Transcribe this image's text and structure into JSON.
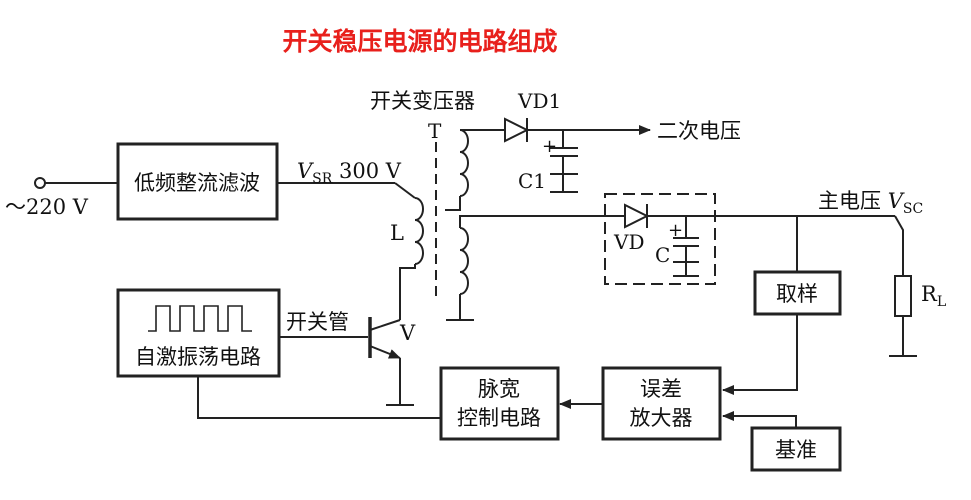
{
  "title": "开关稳压电源的电路组成",
  "title_color": "#e8201c",
  "line_color": "#222222",
  "labels": {
    "input_voltage": "～220 V",
    "rectifier": "低频整流滤波",
    "vsr_symbol": "V",
    "vsr_sub": "SR",
    "vsr_value": " 300 V",
    "transformer": "开关变压器",
    "transformer_T": "T",
    "vd1": "VD1",
    "plus1": "+",
    "c1": "C1",
    "secondary": "二次电压",
    "inductor": "L",
    "switch_tube": "开关管",
    "transistor": "V",
    "oscillator": "自激振荡电路",
    "pwm_line1": "脉宽",
    "pwm_line2": "控制电路",
    "error_line1": "误差",
    "error_line2": "放大器",
    "sampling": "取样",
    "reference": "基准",
    "vd": "VD",
    "c": "C",
    "plus2": "+",
    "main_voltage": "主电压 ",
    "vsc_symbol": "V",
    "vsc_sub": "SC",
    "rl_symbol": "R",
    "rl_sub": "L"
  }
}
